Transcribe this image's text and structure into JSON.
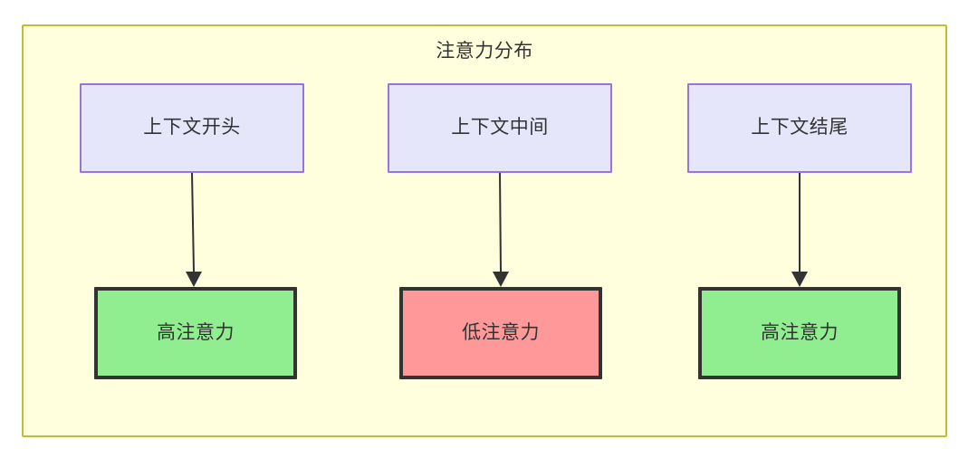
{
  "diagram": {
    "type": "flowchart",
    "direction": "top-down",
    "container": {
      "title": "注意力分布",
      "fill_color": "#ffffdd",
      "border_color": "#bfbf35"
    },
    "colors": {
      "context_fill": "#e6e6fa",
      "context_border": "#9a74dd",
      "high_attention_fill": "#90ee90",
      "low_attention_fill": "#ff9999",
      "node_border": "#333333",
      "edge": "#333333",
      "text": "#333333"
    },
    "columns": [
      {
        "id": "col-start",
        "source": {
          "label": "上下文开头",
          "kind": "context"
        },
        "target": {
          "label": "高注意力",
          "kind": "high"
        }
      },
      {
        "id": "col-middle",
        "source": {
          "label": "上下文中间",
          "kind": "context"
        },
        "target": {
          "label": "低注意力",
          "kind": "low"
        }
      },
      {
        "id": "col-end",
        "source": {
          "label": "上下文结尾",
          "kind": "context"
        },
        "target": {
          "label": "高注意力",
          "kind": "high"
        }
      }
    ],
    "edges": [
      {
        "from": "上下文开头",
        "to": "高注意力",
        "arrow": "solid-arrow"
      },
      {
        "from": "上下文中间",
        "to": "低注意力",
        "arrow": "solid-arrow"
      },
      {
        "from": "上下文结尾",
        "to": "高注意力",
        "arrow": "solid-arrow"
      }
    ]
  }
}
